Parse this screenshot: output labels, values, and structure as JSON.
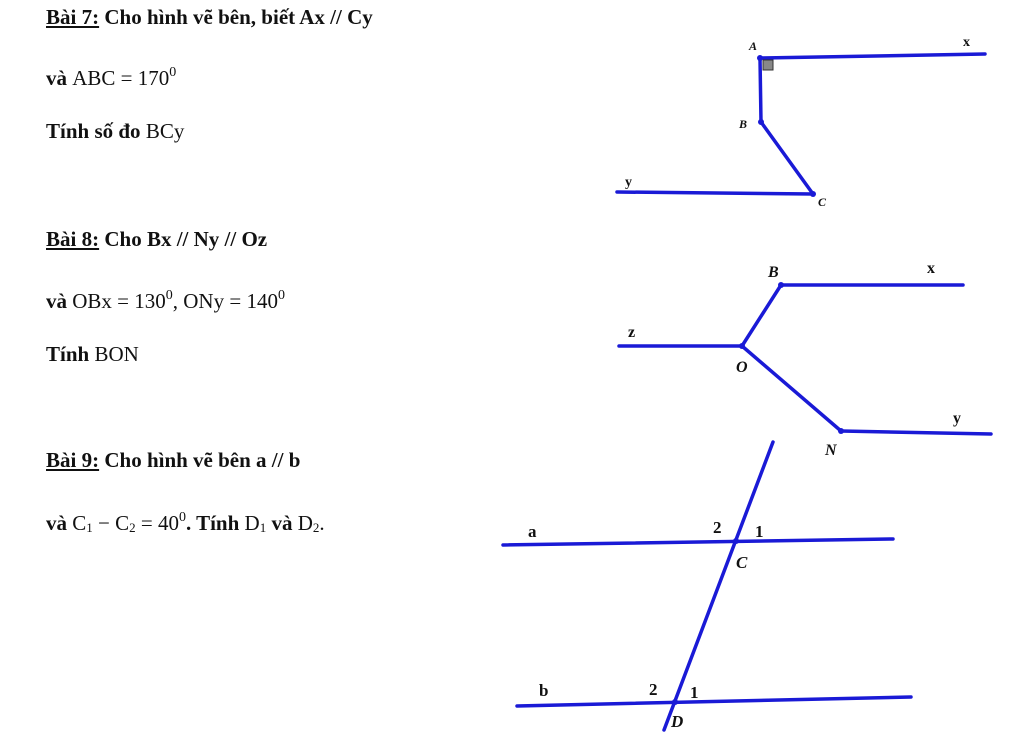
{
  "bai7": {
    "title": "Bài 7:",
    "text": " Cho hình vẽ bên, biết Ax // Cy",
    "line2_pre": "và ",
    "line2_math": "ABC = 170",
    "line2_sup": "0",
    "line3_pre": "Tính số đo ",
    "line3_math": "BCy",
    "figure": {
      "A": "A",
      "B": "B",
      "C": "C",
      "x": "x",
      "y": "y"
    }
  },
  "bai8": {
    "title": "Bài 8:",
    "text": " Cho Bx // Ny // Oz",
    "line2_pre": "và ",
    "line2_math1": "OBx = 130",
    "line2_sup1": "0",
    "line2_math2": ", ONy = 140",
    "line2_sup2": "0",
    "line3_pre": "Tính ",
    "line3_math": "BON",
    "figure": {
      "B": "B",
      "x": "x",
      "z": "z",
      "O": "O",
      "N": "N",
      "y": "y"
    }
  },
  "bai9": {
    "title": "Bài 9:",
    "text": " Cho hình vẽ bên a // b",
    "line2_pre": "và ",
    "line2_c": "C",
    "line2_sub1": "1",
    "line2_minus": " − C",
    "line2_sub2": "2",
    "line2_eq": " = 40",
    "line2_sup": "0",
    "line2_mid": ". Tính ",
    "line2_d1": "D",
    "line2_d1sub": "1",
    "line2_and": " và ",
    "line2_d2": "D",
    "line2_d2sub": "2",
    "line2_end": ".",
    "figure": {
      "a": "a",
      "b": "b",
      "C": "C",
      "D": "D",
      "c2": "2",
      "c1": "1",
      "d2": "2",
      "d1": "1"
    }
  },
  "colors": {
    "line": "#1a1ad6",
    "text": "#111111"
  }
}
